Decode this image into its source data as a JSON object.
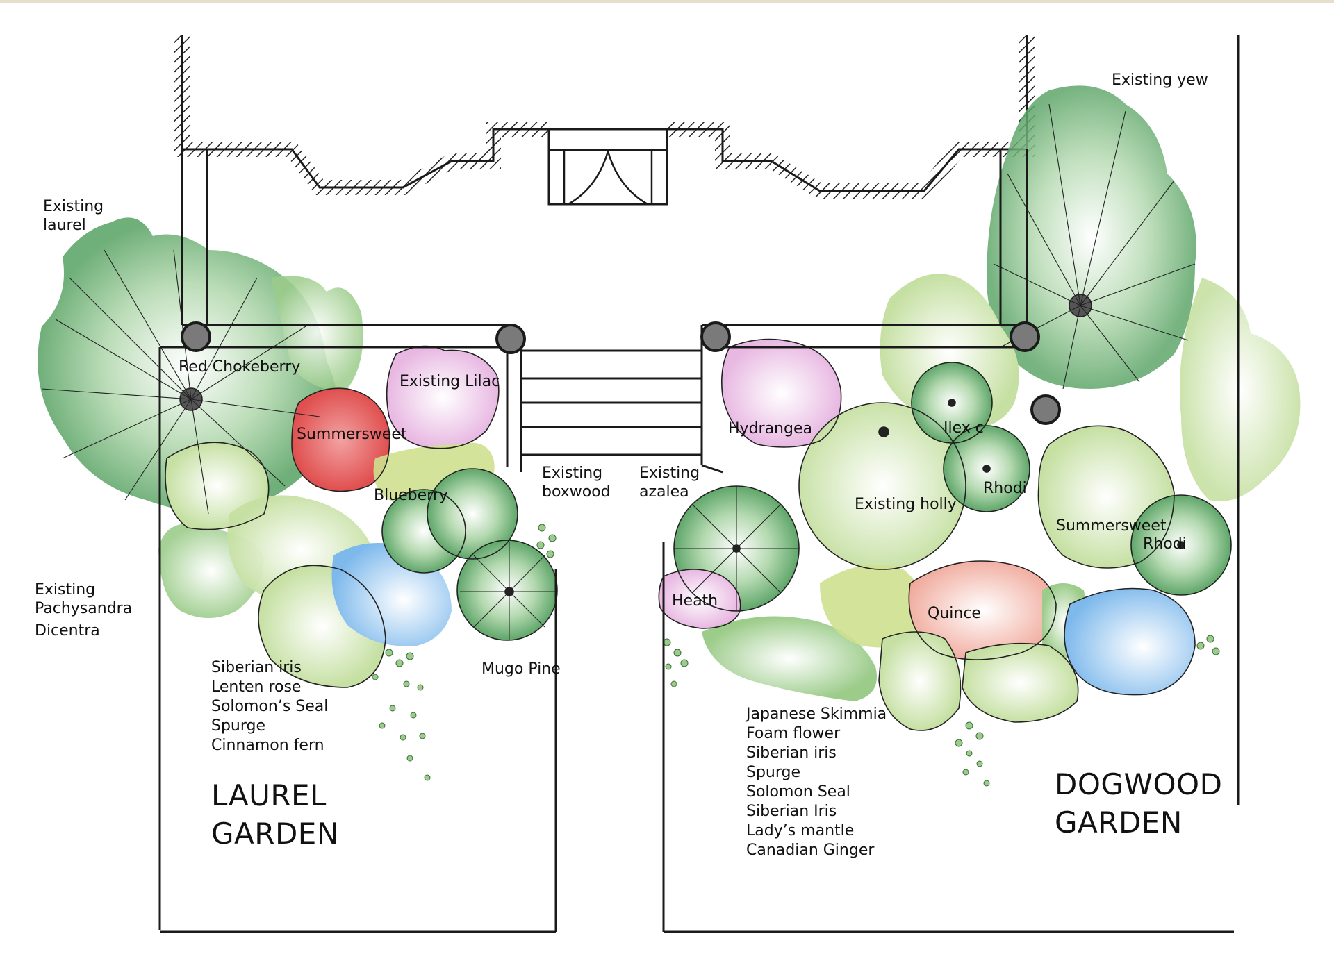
{
  "labels": {
    "existing_yew": "Existing yew",
    "existing_laurel_1": "Existing",
    "existing_laurel_2": "laurel",
    "red_chokeberry": "Red Chokeberry",
    "existing_lilac": "Existing Lilac",
    "summersweet_left": "Summersweet",
    "blueberry": "Blueberry",
    "existing_boxwood_1": "Existing",
    "existing_boxwood_2": "boxwood",
    "existing_azalea_1": "Existing",
    "existing_azalea_2": "azalea",
    "hydrangea": "Hydrangea",
    "ilex": "Ilex c",
    "existing_holly": "Existing holly",
    "rhodi_center": "Rhodi",
    "summersweet_right": "Summersweet",
    "rhodi_right": "Rhodi",
    "heath": "Heath",
    "quince": "Quince",
    "mugo_pine": "Mugo Pine",
    "existing_pachysandra_1": "Existing",
    "existing_pachysandra_2": "Pachysandra",
    "existing_pachysandra_3": "Dicentra"
  },
  "laurel_plant_list": [
    "Siberian iris",
    "Lenten rose",
    "Solomon’s Seal",
    "Spurge",
    "Cinnamon fern"
  ],
  "dogwood_plant_list": [
    "Japanese Skimmia",
    "Foam flower",
    "Siberian iris",
    "Spurge",
    "Solomon Seal",
    "Siberian Iris",
    "Lady’s mantle",
    "Canadian Ginger"
  ],
  "garden_titles": {
    "laurel_1": "LAUREL",
    "laurel_2": "GARDEN",
    "dogwood_1": "DOGWOOD",
    "dogwood_2": "GARDEN"
  },
  "colors": {
    "dark_green": "#5fa66a",
    "mid_green": "#9ccc8a",
    "light_green": "#c3dc9a",
    "yellow_green": "#cfe08f",
    "pink": "#ecc6e6",
    "red": "#e46a6a",
    "salmon": "#f2b1a6",
    "blue": "#8cc3ef",
    "ink": "#1a1a1a"
  }
}
